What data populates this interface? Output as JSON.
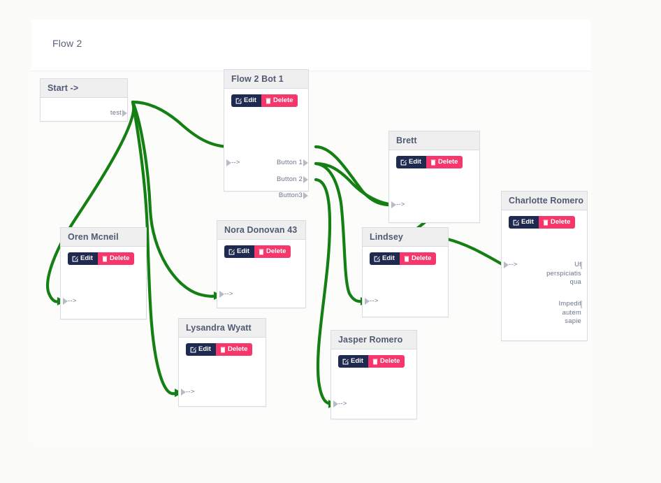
{
  "panel": {
    "title": "Flow 2"
  },
  "icons": {
    "edit": "edit-pencil-icon",
    "delete": "trash-icon"
  },
  "buttons": {
    "edit_label": "Edit",
    "delete_label": "Delete"
  },
  "colors": {
    "edit_button": "#1e2a4f",
    "delete_button": "#f5376c",
    "edge": "#148014",
    "node_header": "#efefef",
    "node_border": "#d9dde2",
    "title_text": "#5a627a",
    "canvas": "#fcfcfb"
  },
  "nodes": [
    {
      "id": "start",
      "title": "Start ->",
      "has_actions": false,
      "inputs": [],
      "outputs": [
        "test"
      ]
    },
    {
      "id": "flow2bot1",
      "title": "Flow 2 Bot 1",
      "has_actions": true,
      "inputs": [
        "-->"
      ],
      "outputs": [
        "Button 1",
        "Button 2",
        "Button3"
      ]
    },
    {
      "id": "oren",
      "title": "Oren Mcneil",
      "has_actions": true,
      "inputs": [
        "-->"
      ],
      "outputs": []
    },
    {
      "id": "nora",
      "title": "Nora Donovan 43",
      "has_actions": true,
      "inputs": [
        "-->"
      ],
      "outputs": []
    },
    {
      "id": "lysandra",
      "title": "Lysandra Wyatt",
      "has_actions": true,
      "inputs": [
        "-->"
      ],
      "outputs": []
    },
    {
      "id": "brett",
      "title": "Brett",
      "has_actions": true,
      "inputs": [
        "-->"
      ],
      "outputs": []
    },
    {
      "id": "lindsey",
      "title": "Lindsey",
      "has_actions": true,
      "inputs": [
        "-->"
      ],
      "outputs": []
    },
    {
      "id": "jasper",
      "title": "Jasper Romero",
      "has_actions": true,
      "inputs": [
        "-->"
      ],
      "outputs": []
    },
    {
      "id": "charlotte",
      "title": "Charlotte Romero",
      "has_actions": true,
      "inputs": [
        "-->"
      ],
      "outputs": [
        "Ut perspiciatis qua",
        "Impedit autem sapie"
      ]
    }
  ],
  "node_text": {
    "start_title": "Start ->",
    "start_out_test": "test",
    "bot_title": "Flow 2 Bot 1",
    "bot_in": "-->",
    "bot_out_1": "Button 1",
    "bot_out_2": "Button 2",
    "bot_out_3": "Button3",
    "oren_title": "Oren Mcneil",
    "oren_in": "-->",
    "nora_title": "Nora Donovan 43",
    "nora_in": "-->",
    "lysandra_title": "Lysandra Wyatt",
    "lysandra_in": "-->",
    "brett_title": "Brett",
    "brett_in": "-->",
    "lindsey_title": "Lindsey",
    "lindsey_in": "-->",
    "jasper_title": "Jasper Romero",
    "jasper_in": "-->",
    "charlotte_title": "Charlotte Romero",
    "charlotte_in": "-->",
    "charlotte_out_1_l1": "Ut",
    "charlotte_out_1_l2": "perspiciatis",
    "charlotte_out_1_l3": "qua",
    "charlotte_out_2_l1": "Impedit",
    "charlotte_out_2_l2": "autem",
    "charlotte_out_2_l3": "sapie"
  },
  "edges": [
    {
      "from": "start.test",
      "to": "flow2bot1.in"
    },
    {
      "from": "start.test",
      "to": "oren.in"
    },
    {
      "from": "start.test",
      "to": "nora.in"
    },
    {
      "from": "start.test",
      "to": "lysandra.in"
    },
    {
      "from": "flow2bot1.button1",
      "to": "brett.in"
    },
    {
      "from": "flow2bot1.button2",
      "to": "brett.in"
    },
    {
      "from": "flow2bot1.button2",
      "to": "lindsey.in"
    },
    {
      "from": "flow2bot1.button3",
      "to": "jasper.in"
    },
    {
      "from": "brett.out",
      "to": "lindsey.in"
    },
    {
      "from": "lindsey.out",
      "to": "charlotte.in"
    }
  ]
}
